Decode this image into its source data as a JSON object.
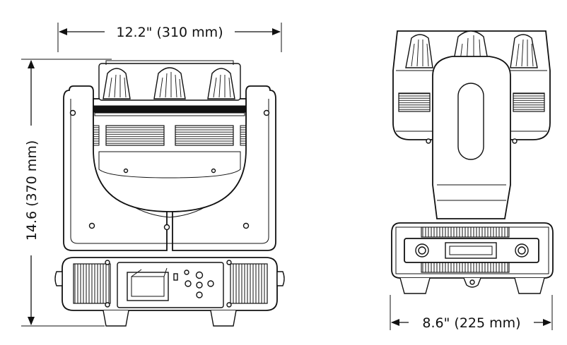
{
  "dimensions": {
    "width_label": "12.2\" (310 mm)",
    "height_label": "14.6 (370 mm)",
    "depth_label": "8.6\" (225 mm)"
  },
  "colors": {
    "line": "#111111",
    "background": "#ffffff"
  }
}
